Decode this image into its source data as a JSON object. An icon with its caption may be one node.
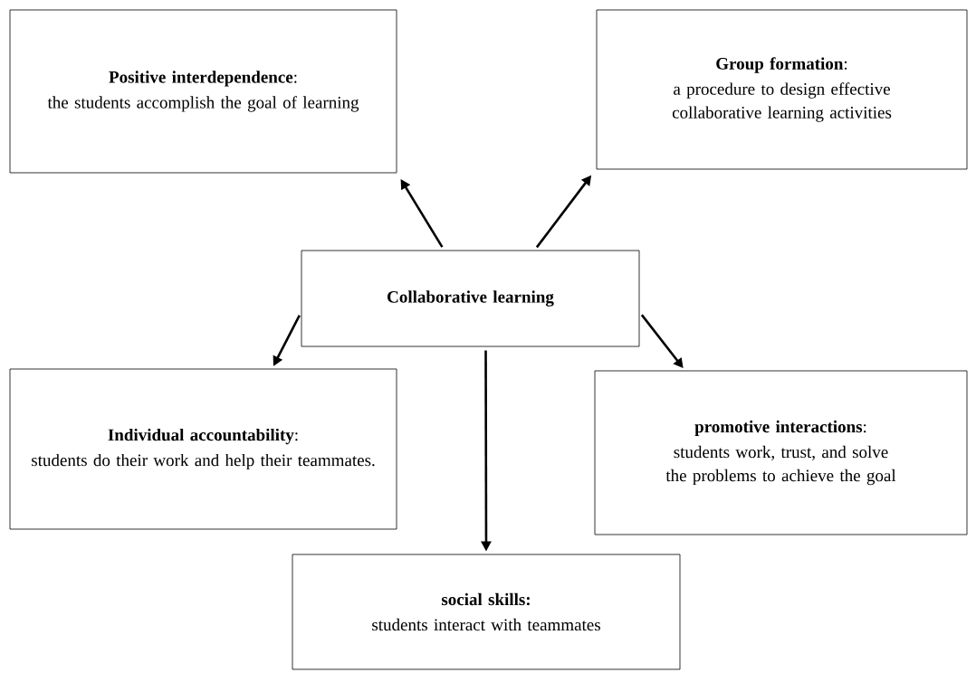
{
  "diagram": {
    "nodes": [
      {
        "text": [
          "Collaborative learning"
        ]
      },
      {
        "text": [
          "**Positive interdependence**:",
          "the students accomplish the goal of learning"
        ]
      },
      {
        "text": [
          "**Group formation**:",
          "a procedure to design effective collaborative learning activities"
        ]
      },
      {
        "text": [
          "**Individual accountability**:",
          "students do their work and help their teammates."
        ]
      },
      {
        "text": [
          "**promotive interactions**:",
          "students work, trust, and solve the problems to achieve the goal"
        ]
      },
      {
        "text": [
          "**social skills:**",
          "students interact with teammates"
        ]
      }
    ],
    "edges": [
      {
        "from": 0,
        "to": 1,
        "arrow": "to"
      },
      {
        "from": 0,
        "to": 2,
        "arrow": "to"
      },
      {
        "from": 0,
        "to": 3,
        "arrow": "to"
      },
      {
        "from": 0,
        "to": 4,
        "arrow": "to"
      },
      {
        "from": 0,
        "to": 5,
        "arrow": "to"
      }
    ]
  }
}
